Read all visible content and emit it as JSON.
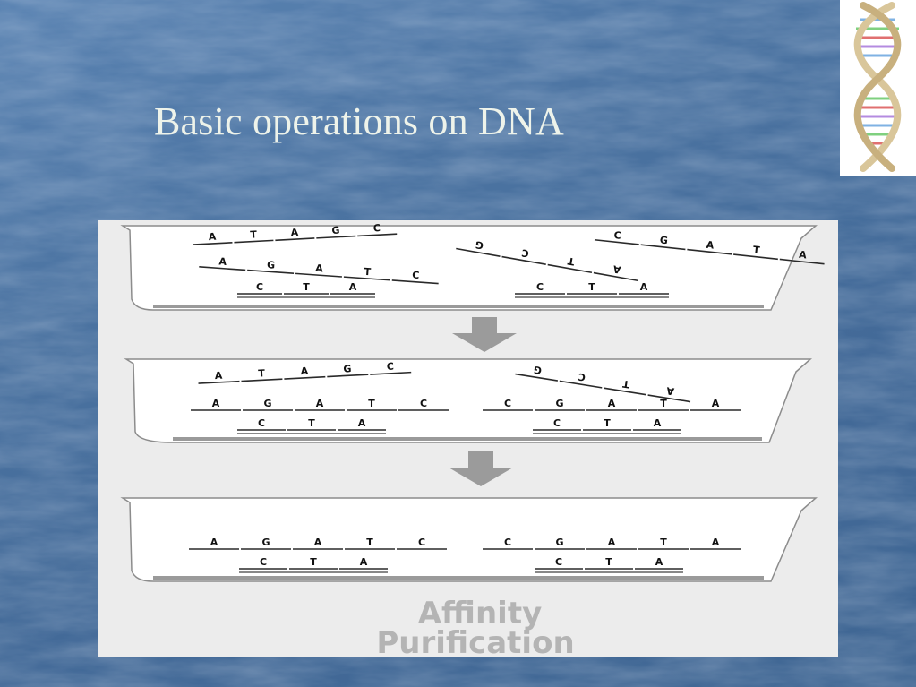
{
  "slide": {
    "title": "Basic operations on DNA"
  },
  "logo": {
    "icon": "dna-helix-icon",
    "colors": {
      "backbone": "#d9c69a",
      "rungs": [
        "#7fb2e3",
        "#7fd07f",
        "#e07070",
        "#b48be0"
      ]
    }
  },
  "diagram": {
    "caption_line1": "Affinity",
    "caption_line2": "Purification",
    "colors": {
      "panel": "#ececec",
      "tray": "#ffffff",
      "tray_edge": "#8c8c8c",
      "arrow": "#9b9b9b",
      "caption": "#b4b4b4"
    },
    "stages": [
      {
        "strands": [
          {
            "bases": [
              "A",
              "T",
              "A",
              "G",
              "C"
            ]
          },
          {
            "bases": [
              "A",
              "G",
              "A",
              "T",
              "C"
            ]
          },
          {
            "bases": [
              "G",
              "C",
              "T",
              "A"
            ]
          },
          {
            "bases": [
              "C",
              "G",
              "A",
              "T",
              "A"
            ]
          }
        ],
        "probes": [
          {
            "bases": [
              "C",
              "T",
              "A"
            ]
          },
          {
            "bases": [
              "C",
              "T",
              "A"
            ]
          }
        ]
      },
      {
        "strands": [
          {
            "bases": [
              "A",
              "T",
              "A",
              "G",
              "C"
            ]
          },
          {
            "bases": [
              "G",
              "C",
              "T",
              "A"
            ]
          }
        ],
        "bound": [
          {
            "bases": [
              "A",
              "G",
              "A",
              "T",
              "C"
            ]
          },
          {
            "bases": [
              "C",
              "G",
              "A",
              "T",
              "A"
            ]
          }
        ],
        "probes": [
          {
            "bases": [
              "C",
              "T",
              "A"
            ]
          },
          {
            "bases": [
              "C",
              "T",
              "A"
            ]
          }
        ]
      },
      {
        "bound": [
          {
            "bases": [
              "A",
              "G",
              "A",
              "T",
              "C"
            ]
          },
          {
            "bases": [
              "C",
              "G",
              "A",
              "T",
              "A"
            ]
          }
        ],
        "probes": [
          {
            "bases": [
              "C",
              "T",
              "A"
            ]
          },
          {
            "bases": [
              "C",
              "T",
              "A"
            ]
          }
        ]
      }
    ]
  }
}
